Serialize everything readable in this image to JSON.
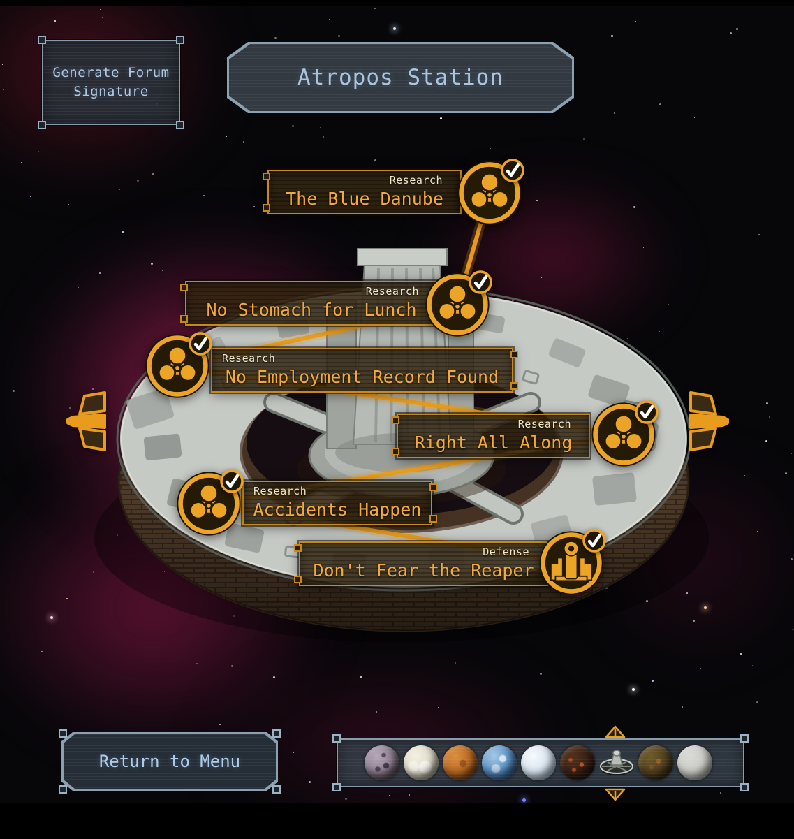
{
  "header": {
    "signature_button": {
      "label_line1": "Generate Forum",
      "label_line2": "Signature"
    },
    "station_title": "Atropos Station"
  },
  "missions": [
    {
      "id": "the-blue-danube",
      "category": "Research",
      "title": "The Blue Danube",
      "icon": "research-icon",
      "completed": true
    },
    {
      "id": "no-stomach-for-lunch",
      "category": "Research",
      "title": "No Stomach for Lunch",
      "icon": "research-icon",
      "completed": true
    },
    {
      "id": "no-employment-record-found",
      "category": "Research",
      "title": "No Employment Record Found",
      "icon": "research-icon",
      "completed": true
    },
    {
      "id": "right-all-along",
      "category": "Research",
      "title": "Right All Along",
      "icon": "research-icon",
      "completed": true
    },
    {
      "id": "accidents-happen",
      "category": "Research",
      "title": "Accidents Happen",
      "icon": "research-icon",
      "completed": true
    },
    {
      "id": "dont-fear-the-reaper",
      "category": "Defense",
      "title": "Don't Fear the Reaper",
      "icon": "defense-turret-icon",
      "completed": true
    }
  ],
  "navigation": {
    "previous": "left-arrow-icon",
    "next": "right-arrow-icon"
  },
  "footer": {
    "return_button_label": "Return to Menu",
    "system_selector": {
      "selected_index": 6,
      "items": [
        {
          "icon": "cratered-moon"
        },
        {
          "icon": "pale-clouded-planet"
        },
        {
          "icon": "rust-planet"
        },
        {
          "icon": "blue-ocean-planet"
        },
        {
          "icon": "ice-planet"
        },
        {
          "icon": "lava-planet"
        },
        {
          "icon": "wheel-station"
        },
        {
          "icon": "dark-mottled-planet"
        },
        {
          "icon": "gray-moon"
        }
      ]
    }
  },
  "colors": {
    "accent_orange": "#eca427",
    "title_gold": "#f3a93c",
    "category_cream": "#f2e9cc",
    "ui_blue": "#aecbe8",
    "nebula_magenta": "#8e1c4a"
  }
}
